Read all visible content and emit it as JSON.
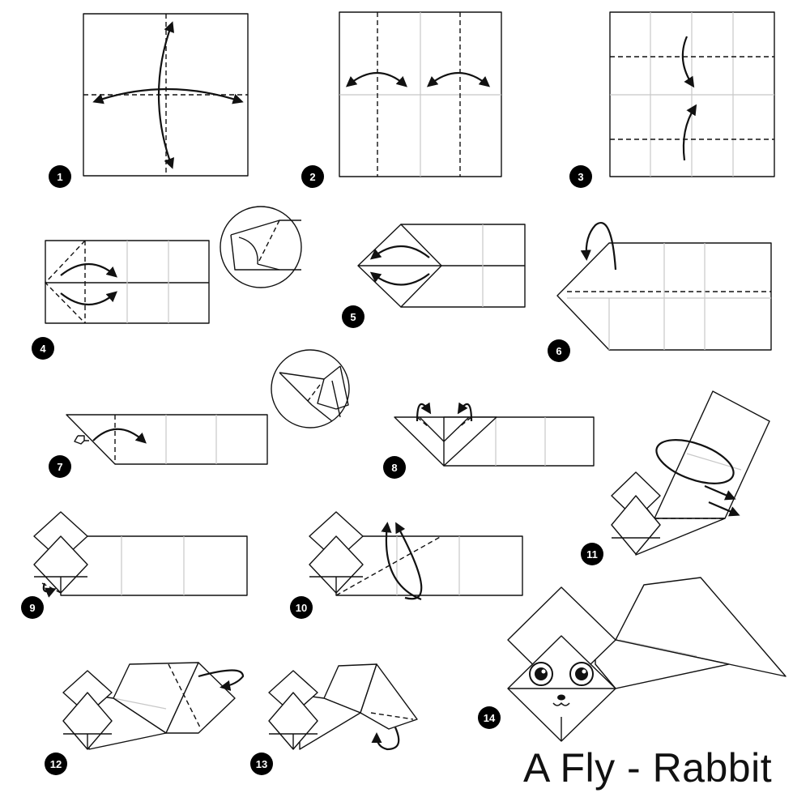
{
  "title": "A Fly - Rabbit",
  "steps": [
    {
      "number": "1"
    },
    {
      "number": "2"
    },
    {
      "number": "3"
    },
    {
      "number": "4"
    },
    {
      "number": "5"
    },
    {
      "number": "6"
    },
    {
      "number": "7"
    },
    {
      "number": "8"
    },
    {
      "number": "9"
    },
    {
      "number": "10"
    },
    {
      "number": "11"
    },
    {
      "number": "12"
    },
    {
      "number": "13"
    },
    {
      "number": "14"
    }
  ],
  "colors": {
    "line": "#111111",
    "paper": "#ffffff",
    "crease": "#c8c8c8",
    "badge": "#000000"
  }
}
